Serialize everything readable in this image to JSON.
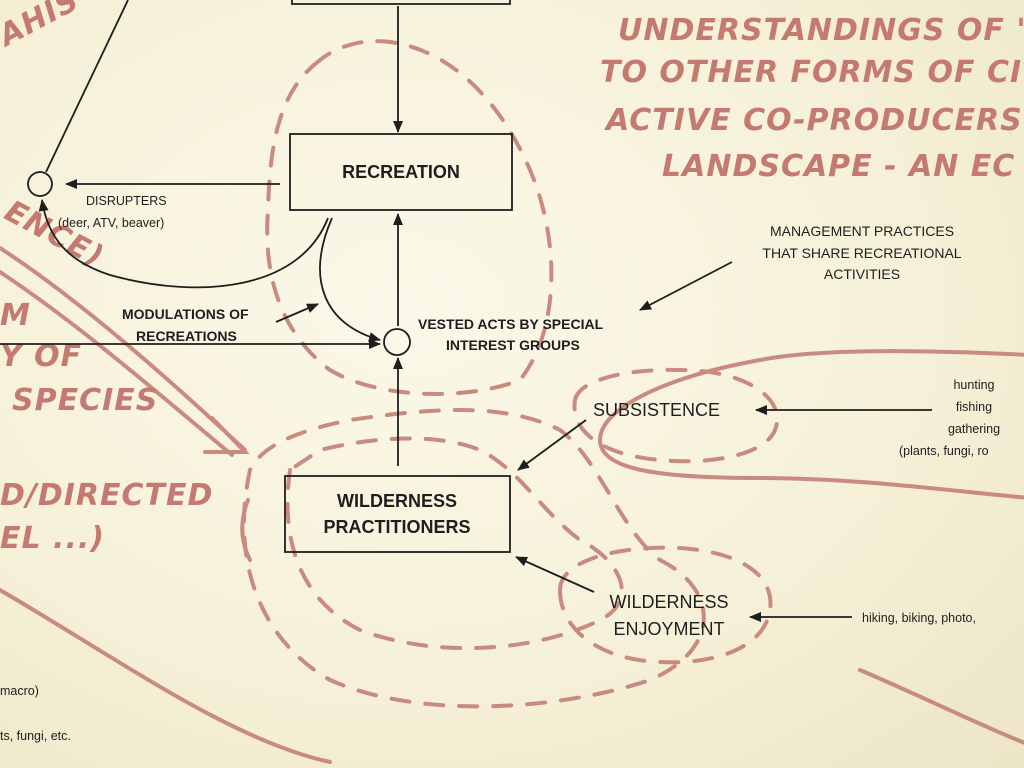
{
  "boxes": {
    "recreation": "RECREATION",
    "wilderness_line1": "WILDERNESS",
    "wilderness_line2": "PRACTITIONERS"
  },
  "labels": {
    "disrupters": "DISRUPTERS",
    "disrupters_examples": "(deer, ATV, beaver)",
    "modulations_line1": "MODULATIONS OF",
    "modulations_line2": "RECREATIONS",
    "vested_line1": "VESTED ACTS BY SPECIAL",
    "vested_line2": "INTEREST GROUPS",
    "management_line1": "MANAGEMENT PRACTICES",
    "management_line2": "THAT SHARE RECREATIONAL",
    "management_line3": "ACTIVITIES",
    "subsistence": "SUBSISTENCE",
    "subsistence_activities": [
      "hunting",
      "fishing",
      "gathering",
      "(plants, fungi, ro"
    ],
    "enjoyment_line1": "WILDERNESS",
    "enjoyment_line2": "ENJOYMENT",
    "enjoyment_activities": "hiking, biking, photo,",
    "bottom_left_1": "macro)",
    "bottom_left_2": "ts, fungi, etc."
  },
  "handwriting": {
    "top_right": [
      "UNDERSTANDINGS OF \"",
      "TO OTHER FORMS OF CIT",
      "ACTIVE CO-PRODUCERS",
      "LANDSCAPE - AN EC"
    ],
    "left": [
      "M",
      "Y OF",
      "SPECIES",
      "D/DIRECTED",
      "EL ...)"
    ],
    "top_left": "AHIS",
    "left_diag": "ENCE)"
  }
}
